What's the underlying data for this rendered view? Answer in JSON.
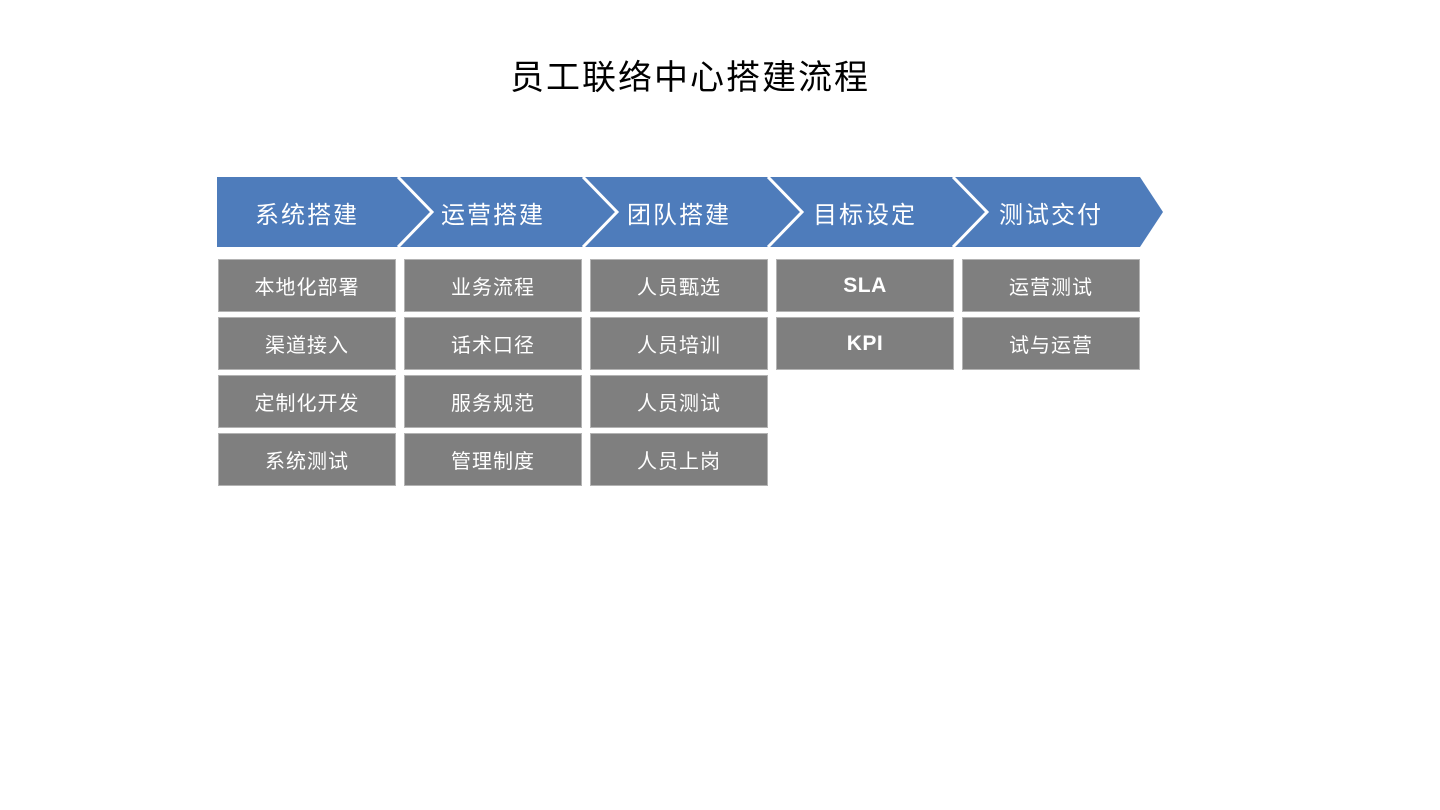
{
  "title": "员工联络中心搭建流程",
  "colors": {
    "band_fill": "#4e7cbb",
    "chevron_stroke": "#ffffff",
    "box_fill": "#7f7f7f",
    "box_border": "#b3b3b3",
    "text_on_fill": "#ffffff",
    "title_text": "#000000"
  },
  "process": {
    "stages": [
      {
        "label": "系统搭建",
        "items": [
          "本地化部署",
          "渠道接入",
          "定制化开发",
          "系统测试"
        ]
      },
      {
        "label": "运营搭建",
        "items": [
          "业务流程",
          "话术口径",
          "服务规范",
          "管理制度"
        ]
      },
      {
        "label": "团队搭建",
        "items": [
          "人员甄选",
          "人员培训",
          "人员测试",
          "人员上岗"
        ]
      },
      {
        "label": "目标设定",
        "items": [
          "SLA",
          "KPI"
        ]
      },
      {
        "label": "测试交付",
        "items": [
          "运营测试",
          "试与运营"
        ]
      }
    ]
  }
}
